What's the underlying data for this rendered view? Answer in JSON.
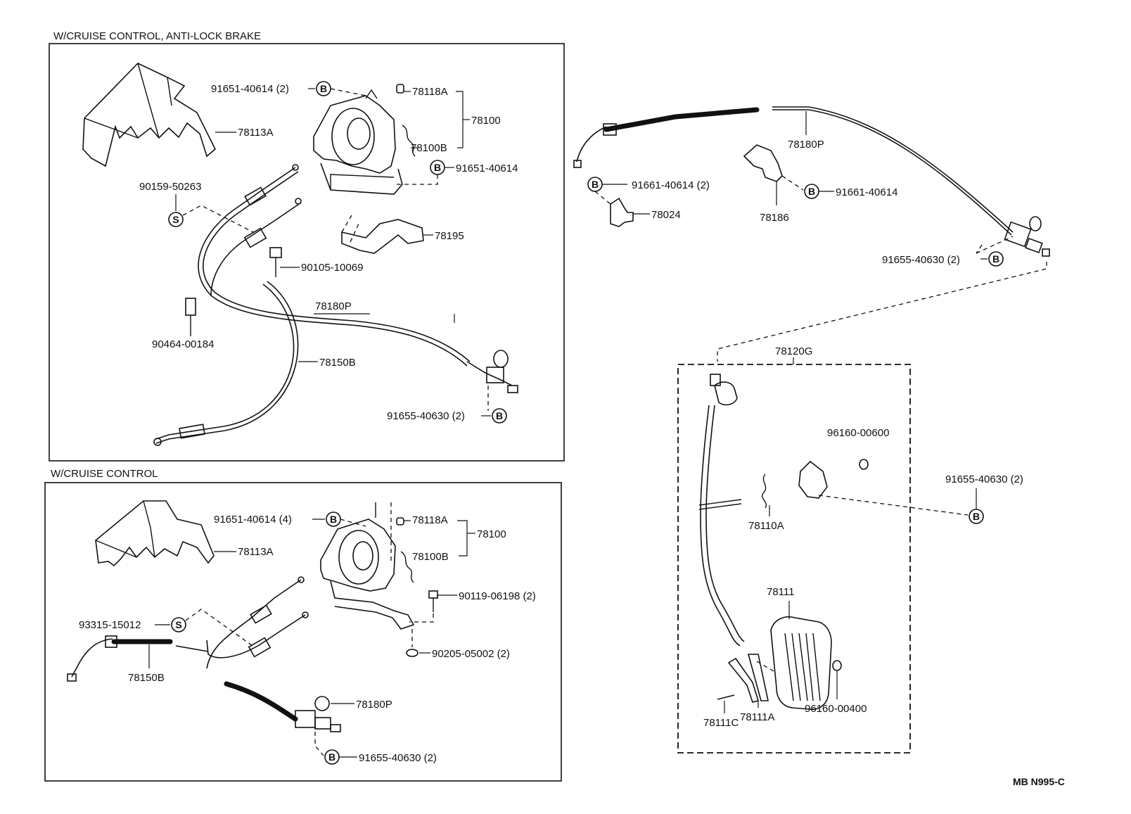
{
  "sections": {
    "abs_title": "W/CRUISE CONTROL, ANTI-LOCK BRAKE",
    "cruise_title": "W/CRUISE CONTROL"
  },
  "symbols": {
    "bolt": "B",
    "special": "S"
  },
  "labels": {
    "abs_91651_2": "91651-40614 (2)",
    "abs_78118A": "78118A",
    "abs_78100": "78100",
    "abs_78100B": "78100B",
    "abs_78113A": "78113A",
    "abs_91651": "91651-40614",
    "abs_90159": "90159-50263",
    "abs_78195": "78195",
    "abs_90105": "90105-10069",
    "abs_78180P": "78180P",
    "abs_90464": "90464-00184",
    "abs_78150B": "78150B",
    "abs_91655": "91655-40630 (2)",
    "cc_91651_4": "91651-40614 (4)",
    "cc_78118A": "78118A",
    "cc_78100": "78100",
    "cc_78113A": "78113A",
    "cc_78100B": "78100B",
    "cc_90119": "90119-06198 (2)",
    "cc_93315": "93315-15012",
    "cc_90205": "90205-05002 (2)",
    "cc_78150B": "78150B",
    "cc_78180P": "78180P",
    "cc_91655": "91655-40630 (2)",
    "r_78180P": "78180P",
    "r_91661_2": "91661-40614 (2)",
    "r_78024": "78024",
    "r_91661": "91661-40614",
    "r_78186": "78186",
    "r_91655": "91655-40630 (2)",
    "r_78120G": "78120G",
    "r_96160_600": "96160-00600",
    "r_91655_b": "91655-40630 (2)",
    "r_78110A": "78110A",
    "r_78111": "78111",
    "r_78111A": "78111A",
    "r_96160_400": "96160-00400",
    "r_78111C": "78111C"
  },
  "footer": {
    "code": "MB N995-C"
  }
}
